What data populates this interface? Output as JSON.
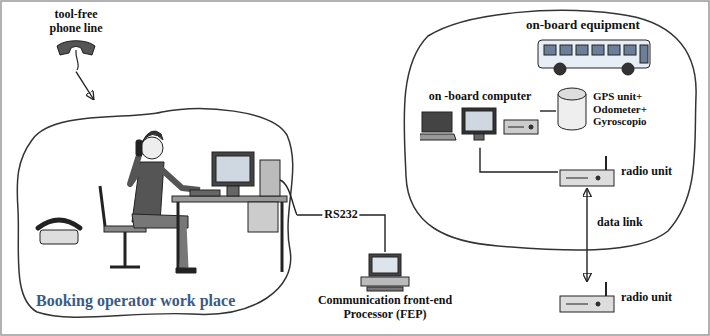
{
  "diagram": {
    "nodes": [
      {
        "text": [
          "tool-free phone line"
        ]
      },
      {
        "text": [
          "Booking operator work place"
        ]
      },
      {
        "text": [
          "Communication front-end Processor (FEP)"
        ]
      },
      {
        "text": [
          "on-board equipment"
        ]
      },
      {
        "text": [
          "on -board computer"
        ],
        "in": 3
      },
      {
        "text": [
          "GPS unit+ Odometer+ Gyroscopio"
        ],
        "in": 3
      },
      {
        "text": [
          "radio unit"
        ],
        "in": 3
      },
      {
        "text": [
          "radio unit"
        ]
      }
    ],
    "edges": [
      {
        "from": 0,
        "to": 1,
        "arrow": "to"
      },
      {
        "from": 1,
        "to": 2,
        "label": "RS232",
        "arrow": "none"
      },
      {
        "from": 4,
        "to": 5,
        "arrow": "none"
      },
      {
        "from": 4,
        "to": 6,
        "arrow": "none"
      },
      {
        "from": 6,
        "to": 7,
        "label": "data link",
        "arrow": "both"
      }
    ]
  }
}
